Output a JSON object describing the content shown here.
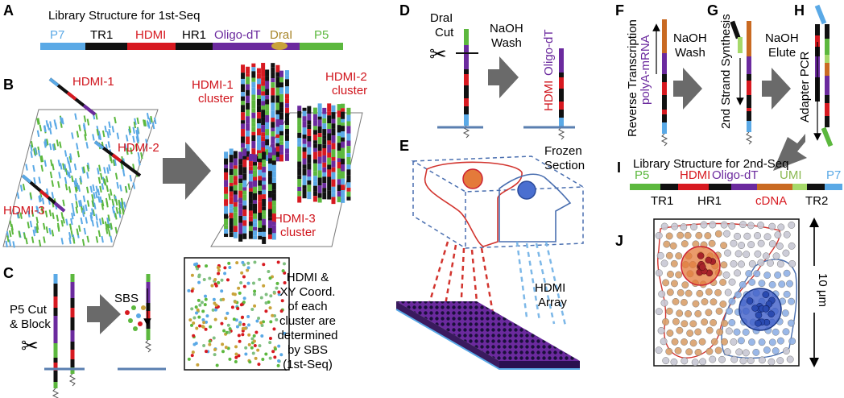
{
  "panels": {
    "A": "A",
    "B": "B",
    "C": "C",
    "D": "D",
    "E": "E",
    "F": "F",
    "G": "G",
    "H": "H",
    "I": "I",
    "J": "J"
  },
  "colors": {
    "p7": "#5aa9e6",
    "black": "#111111",
    "hdmi": "#d71920",
    "oligo": "#6b2a9e",
    "drai": "#c9a33a",
    "p5": "#5cb83e",
    "cdna": "#c96a22",
    "umi": "#a6d96a",
    "arrow": "#6a6a6a",
    "cell1": "#d2342e",
    "cell2": "#4a6fb0"
  },
  "panelA": {
    "title": "Library Structure for 1st-Seq",
    "segments": [
      "P7",
      "TR1",
      "HDMI",
      "HR1",
      "Oligo-dT",
      "DraI",
      "P5"
    ]
  },
  "panelB": {
    "labels": [
      "HDMI-1",
      "HDMI-2",
      "HDMI-3"
    ],
    "cluster1": [
      "HDMI-1",
      "cluster"
    ],
    "cluster2": [
      "HDMI-2",
      "cluster"
    ],
    "cluster3": [
      "HDMI-3",
      "cluster"
    ]
  },
  "panelC": {
    "cut": [
      "P5 Cut",
      "& Block"
    ],
    "sbs": "SBS",
    "note": [
      "HDMI &",
      "XY Coord.",
      "of each",
      "cluster are",
      "determined",
      "by SBS",
      "(1st-Seq)"
    ]
  },
  "panelD": {
    "cut": [
      "DraI",
      "Cut"
    ],
    "wash": [
      "NaOH",
      "Wash"
    ],
    "hdmi": "HDMI",
    "oligo": "Oligo-dT"
  },
  "panelE": {
    "frozen": [
      "Frozen",
      "Section"
    ],
    "array": [
      "HDMI",
      "Array"
    ]
  },
  "panelF": {
    "rt": "Reverse Transcription",
    "mrna": "polyA-mRNA",
    "wash": [
      "NaOH",
      "Wash"
    ]
  },
  "panelG": {
    "strand": "2nd Strand Synthesis",
    "elute": [
      "NaOH",
      "Elute"
    ]
  },
  "panelH": {
    "pcr": "Adapter PCR"
  },
  "panelI": {
    "title": "Library Structure for 2nd-Seq",
    "top": [
      "P5",
      "HDMI",
      "Oligo-dT",
      "UMI",
      "P7"
    ],
    "bottom": [
      "TR1",
      "HR1",
      "cDNA",
      "TR2"
    ]
  },
  "panelJ": {
    "scale": "10 μm"
  }
}
